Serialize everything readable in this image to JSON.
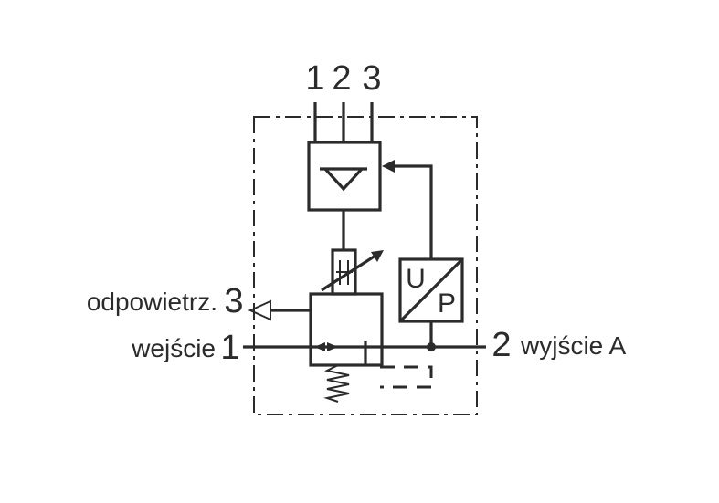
{
  "ports": {
    "top": [
      "1",
      "2",
      "3"
    ],
    "exhaust_number": "3",
    "inlet_number": "1",
    "outlet_number": "2"
  },
  "labels": {
    "exhaust": "odpowietrz.",
    "inlet": "wejście",
    "outlet": "wyjście A"
  },
  "transducer": {
    "u": "U",
    "p": "P"
  }
}
